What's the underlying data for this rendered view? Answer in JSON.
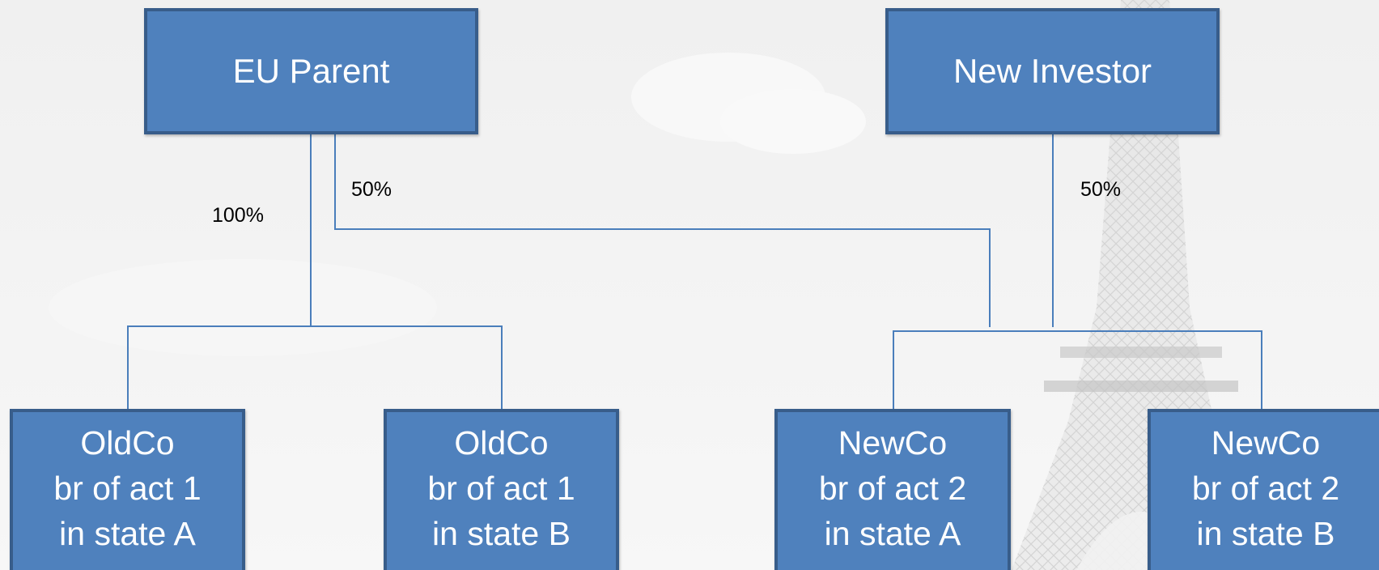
{
  "top_entities": {
    "eu_parent": "EU Parent",
    "new_investor": "New Investor"
  },
  "ownership": {
    "eu_parent_oldco": "100%",
    "eu_parent_newco": "50%",
    "new_investor_newco": "50%"
  },
  "subsidiaries": [
    {
      "line1": "OldCo",
      "line2": "br of act 1",
      "line3": "in state A"
    },
    {
      "line1": "OldCo",
      "line2": "br of act 1",
      "line3": "in state B"
    },
    {
      "line1": "NewCo",
      "line2": "br of act 2",
      "line3": "in state A"
    },
    {
      "line1": "NewCo",
      "line2": "br of act 2",
      "line3": "in state B"
    }
  ],
  "colors": {
    "box_fill": "#4f81bd",
    "box_border": "#385d8a",
    "connector": "#4a7ebb"
  }
}
